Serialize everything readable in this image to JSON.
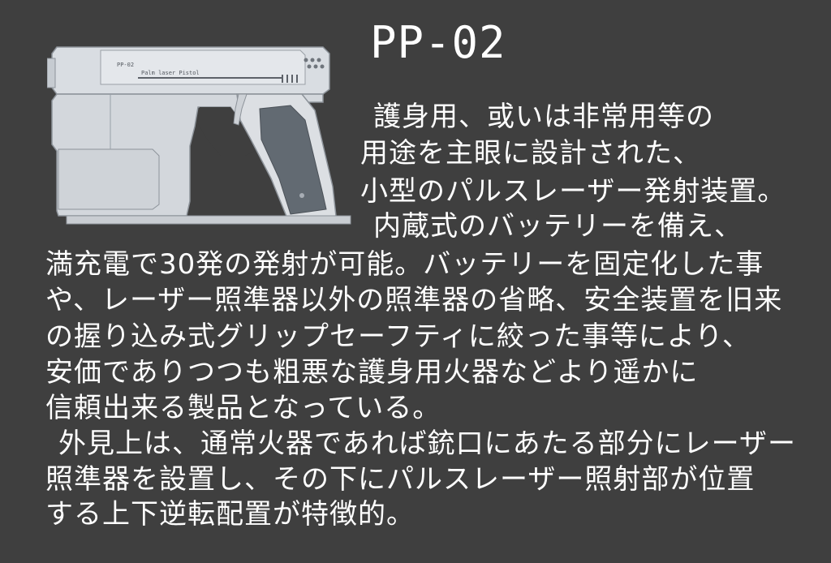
{
  "title": "PP-02",
  "gun_markings": {
    "model": "PP-02",
    "subtitle": "Palm laser Pistol"
  },
  "lines": [
    "護身用、或いは非常用等の",
    "用途を主眼に設計された、",
    "小型のパルスレーザー発射装置。",
    "内蔵式のバッテリーを備え、",
    "満充電で30発の発射が可能。バッテリーを固定化した事",
    "や、レーザー照準器以外の照準器の省略、安全装置を旧来",
    "の握り込み式グリップセーフティに絞った事等により、",
    "安価でありつつも粗悪な護身用火器などより遥かに",
    "信頼出来る製品となっている。",
    "外見上は、通常火器であれば銃口にあたる部分にレーザー",
    "照準器を設置し、その下にパルスレーザー照射部が位置",
    "する上下逆転配置が特徴的。"
  ]
}
